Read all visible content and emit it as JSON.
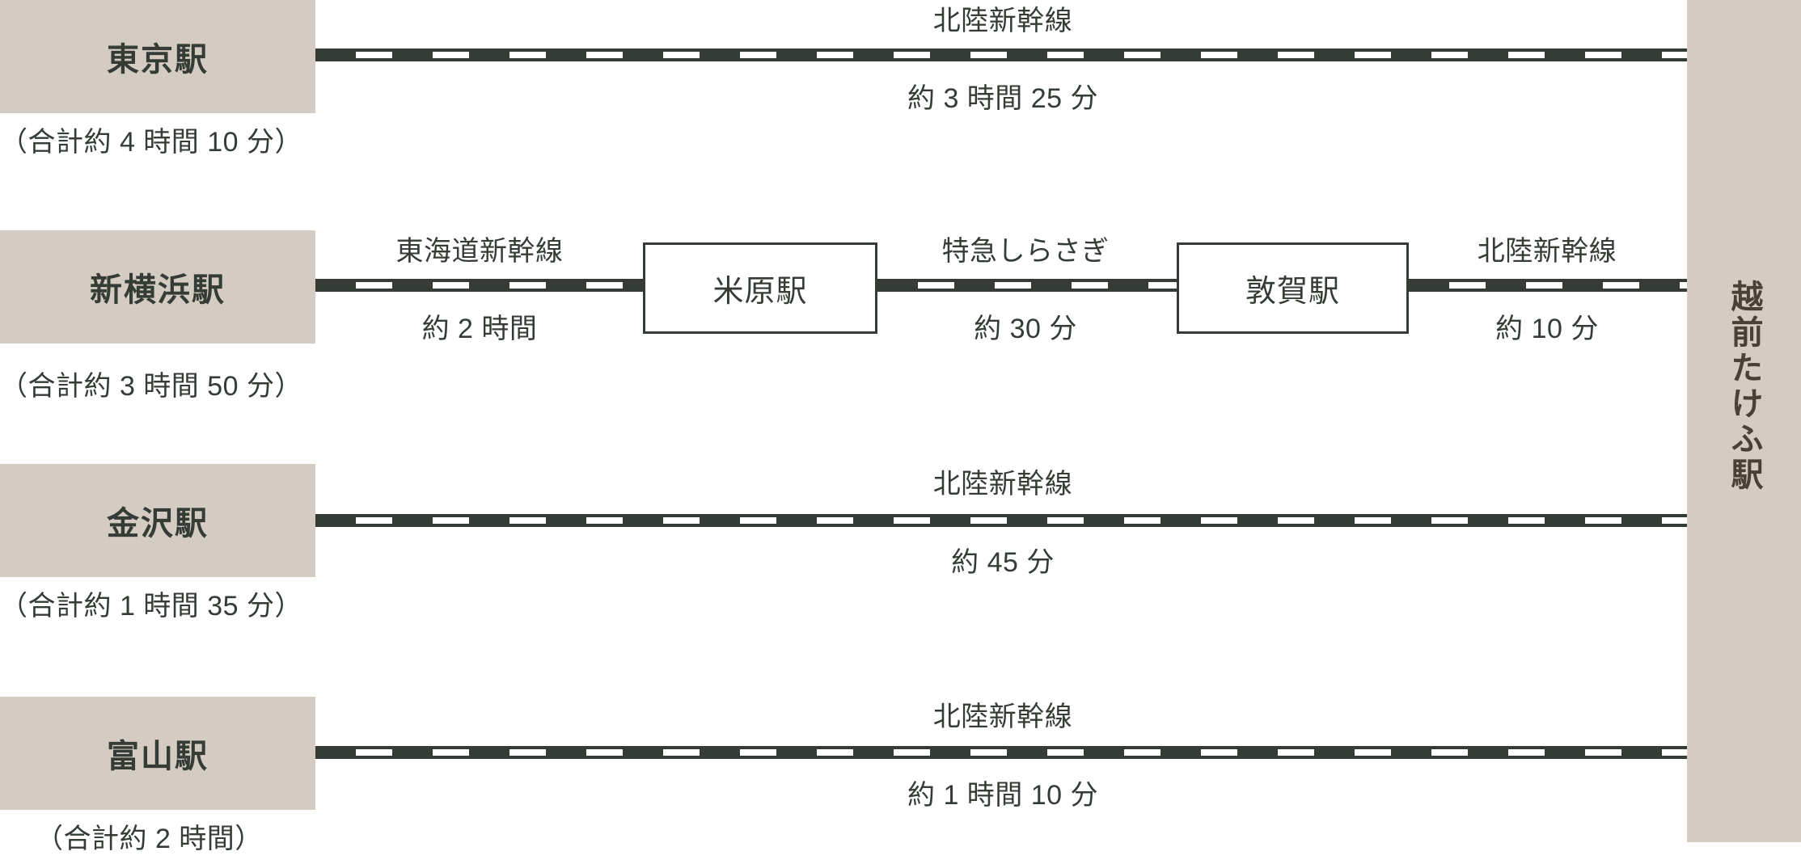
{
  "diagram": {
    "destination_station": "越前たけふ駅",
    "colors": {
      "plate_beige": "#d4cbc2",
      "rail_dark": "#343c35",
      "text_dark": "#343c35",
      "vertical_label": "#494135"
    },
    "routes": [
      {
        "origin": "東京駅",
        "total": "（合計約 4 時間 10 分）",
        "segments": [
          {
            "line": "北陸新幹線",
            "duration": "約 3 時間 25 分"
          }
        ],
        "transfers": []
      },
      {
        "origin": "新横浜駅",
        "total": "（合計約 3 時間 50 分）",
        "segments": [
          {
            "line": "東海道新幹線",
            "duration": "約 2 時間"
          },
          {
            "line": "特急しらさぎ",
            "duration": "約 30 分"
          },
          {
            "line": "北陸新幹線",
            "duration": "約 10 分"
          }
        ],
        "transfers": [
          "米原駅",
          "敦賀駅"
        ]
      },
      {
        "origin": "金沢駅",
        "total": "（合計約 1 時間 35 分）",
        "segments": [
          {
            "line": "北陸新幹線",
            "duration": "約 45 分"
          }
        ],
        "transfers": []
      },
      {
        "origin": "富山駅",
        "total": "（合計約 2 時間）",
        "segments": [
          {
            "line": "北陸新幹線",
            "duration": "約 1 時間 10 分"
          }
        ],
        "transfers": []
      }
    ]
  }
}
